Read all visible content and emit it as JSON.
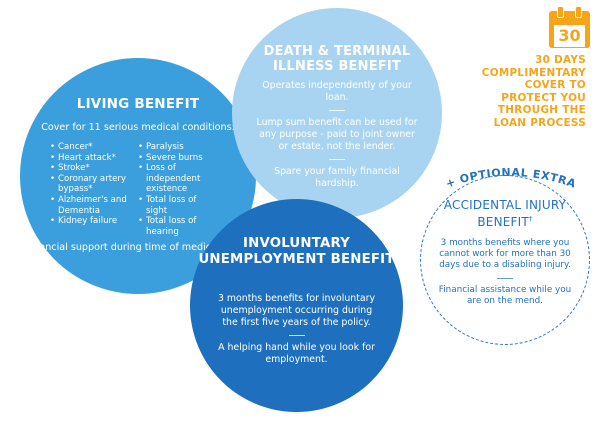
{
  "living": {
    "title": "LIVING BENEFIT",
    "intro": "Cover for 11 serious medical conditions:",
    "conditions_left": [
      "Cancer*",
      "Heart attack*",
      "Stroke*",
      "Coronary artery bypass*",
      "Alzheimer's and Dementia",
      "Kidney failure"
    ],
    "conditions_right": [
      "Paralysis",
      "Severe burns",
      "Loss of independent existence",
      "Total loss of sight",
      "Total loss of hearing"
    ],
    "footer": "Financial support during time of medical crisis."
  },
  "death": {
    "title": "DEATH & TERMINAL ILLNESS BENEFIT",
    "points": [
      "Operates independently of your loan.",
      "Lump sum benefit can be used for any purpose - paid to joint owner or estate, not the lender.",
      "Spare your family financial hardship."
    ]
  },
  "unemployment": {
    "title": "INVOLUNTARY UNEMPLOYMENT BENEFIT",
    "points": [
      "3 months benefits for involuntary unemployment occurring during the first five years of the policy.",
      "A helping hand while you look for employment."
    ]
  },
  "accidental": {
    "optional_label": "+ OPTIONAL EXTRA",
    "title": "ACCIDENTAL INJURY BENEFIT",
    "title_mark": "†",
    "points": [
      "3 months benefits where you cannot work for more than 30 days due to a disabling injury.",
      "Financial assistance while you are on the mend."
    ]
  },
  "complimentary": {
    "calendar_number": "30",
    "text": "30 DAYS COMPLIMENTARY COVER TO PROTECT YOU THROUGH THE LOAN PROCESS"
  },
  "colors": {
    "living": "#3a9fdc",
    "death": "#a8d4f1",
    "unemployment": "#1e6fbe",
    "accent_blue": "#2272c3",
    "orange": "#f6a519"
  }
}
